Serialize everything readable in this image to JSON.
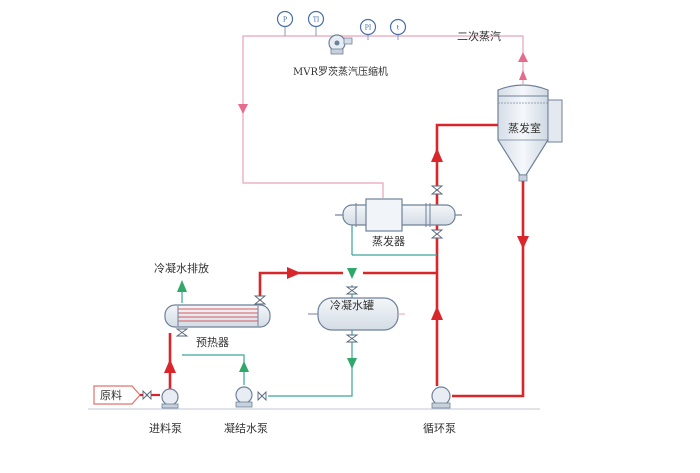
{
  "labels": {
    "secondary_steam": "二次蒸汽",
    "compressor": "MVR罗茨蒸汽压缩机",
    "evaporation_chamber": "蒸发室",
    "evaporator": "蒸发器",
    "condensate_discharge": "冷凝水排放",
    "condensate_tank": "冷凝水罐",
    "preheater": "预热器",
    "raw_material": "原料",
    "feed_pump": "进料泵",
    "condensate_pump": "凝结水泵",
    "circulation_pump": "循环泵"
  },
  "gauges": [
    {
      "icon": "pressure-gauge-icon",
      "symbol": "P"
    },
    {
      "icon": "temperature-gauge-icon",
      "symbol": "TI"
    },
    {
      "icon": "pressure-gauge-icon",
      "symbol": "PI"
    },
    {
      "icon": "temperature-gauge-icon",
      "symbol": "t"
    }
  ],
  "colors": {
    "steam_line": "#e9a2b8",
    "process_line": "#d9262b",
    "condensate_line": "#3aa49a",
    "discharge_arrow": "#2fa86a",
    "equipment_outline": "#6f8199",
    "equipment_fill": "#e7edf3",
    "raw_box_border": "#e0736a"
  }
}
